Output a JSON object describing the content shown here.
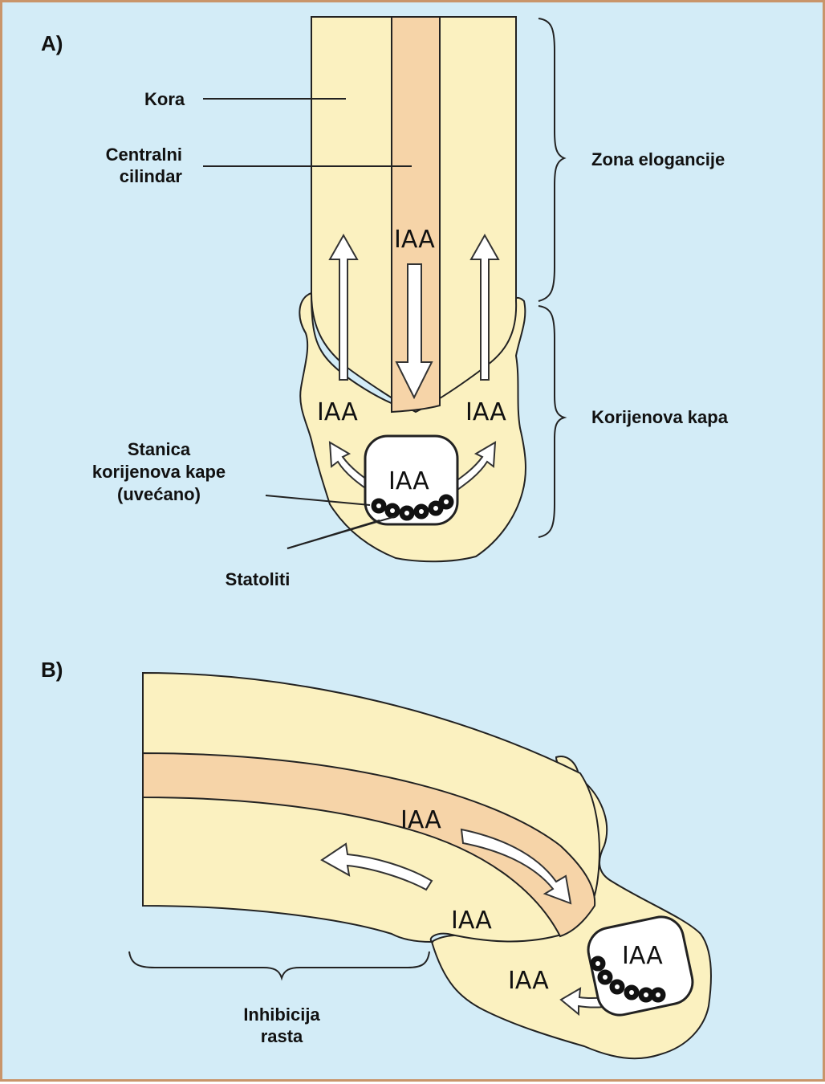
{
  "panels": {
    "a": "A)",
    "b": "B)"
  },
  "labels": {
    "kora": "Kora",
    "centralni_1": "Centralni",
    "centralni_2": "cilindar",
    "zona": "Zona elogancije",
    "kapa": "Korijenova kapa",
    "stanica_1": "Stanica",
    "stanica_2": "korijenova kape",
    "stanica_3": "(uvećano)",
    "statoliti": "Statoliti",
    "inhibicija_1": "Inhibicija",
    "inhibicija_2": "rasta"
  },
  "hormone": "IAA",
  "colors": {
    "background": "#d3ecf7",
    "frame": "#c9956a",
    "cortex": "#fbf1c0",
    "central_cylinder": "#f6d4a8",
    "cell": "#ffffff",
    "statolith": "#111111"
  }
}
